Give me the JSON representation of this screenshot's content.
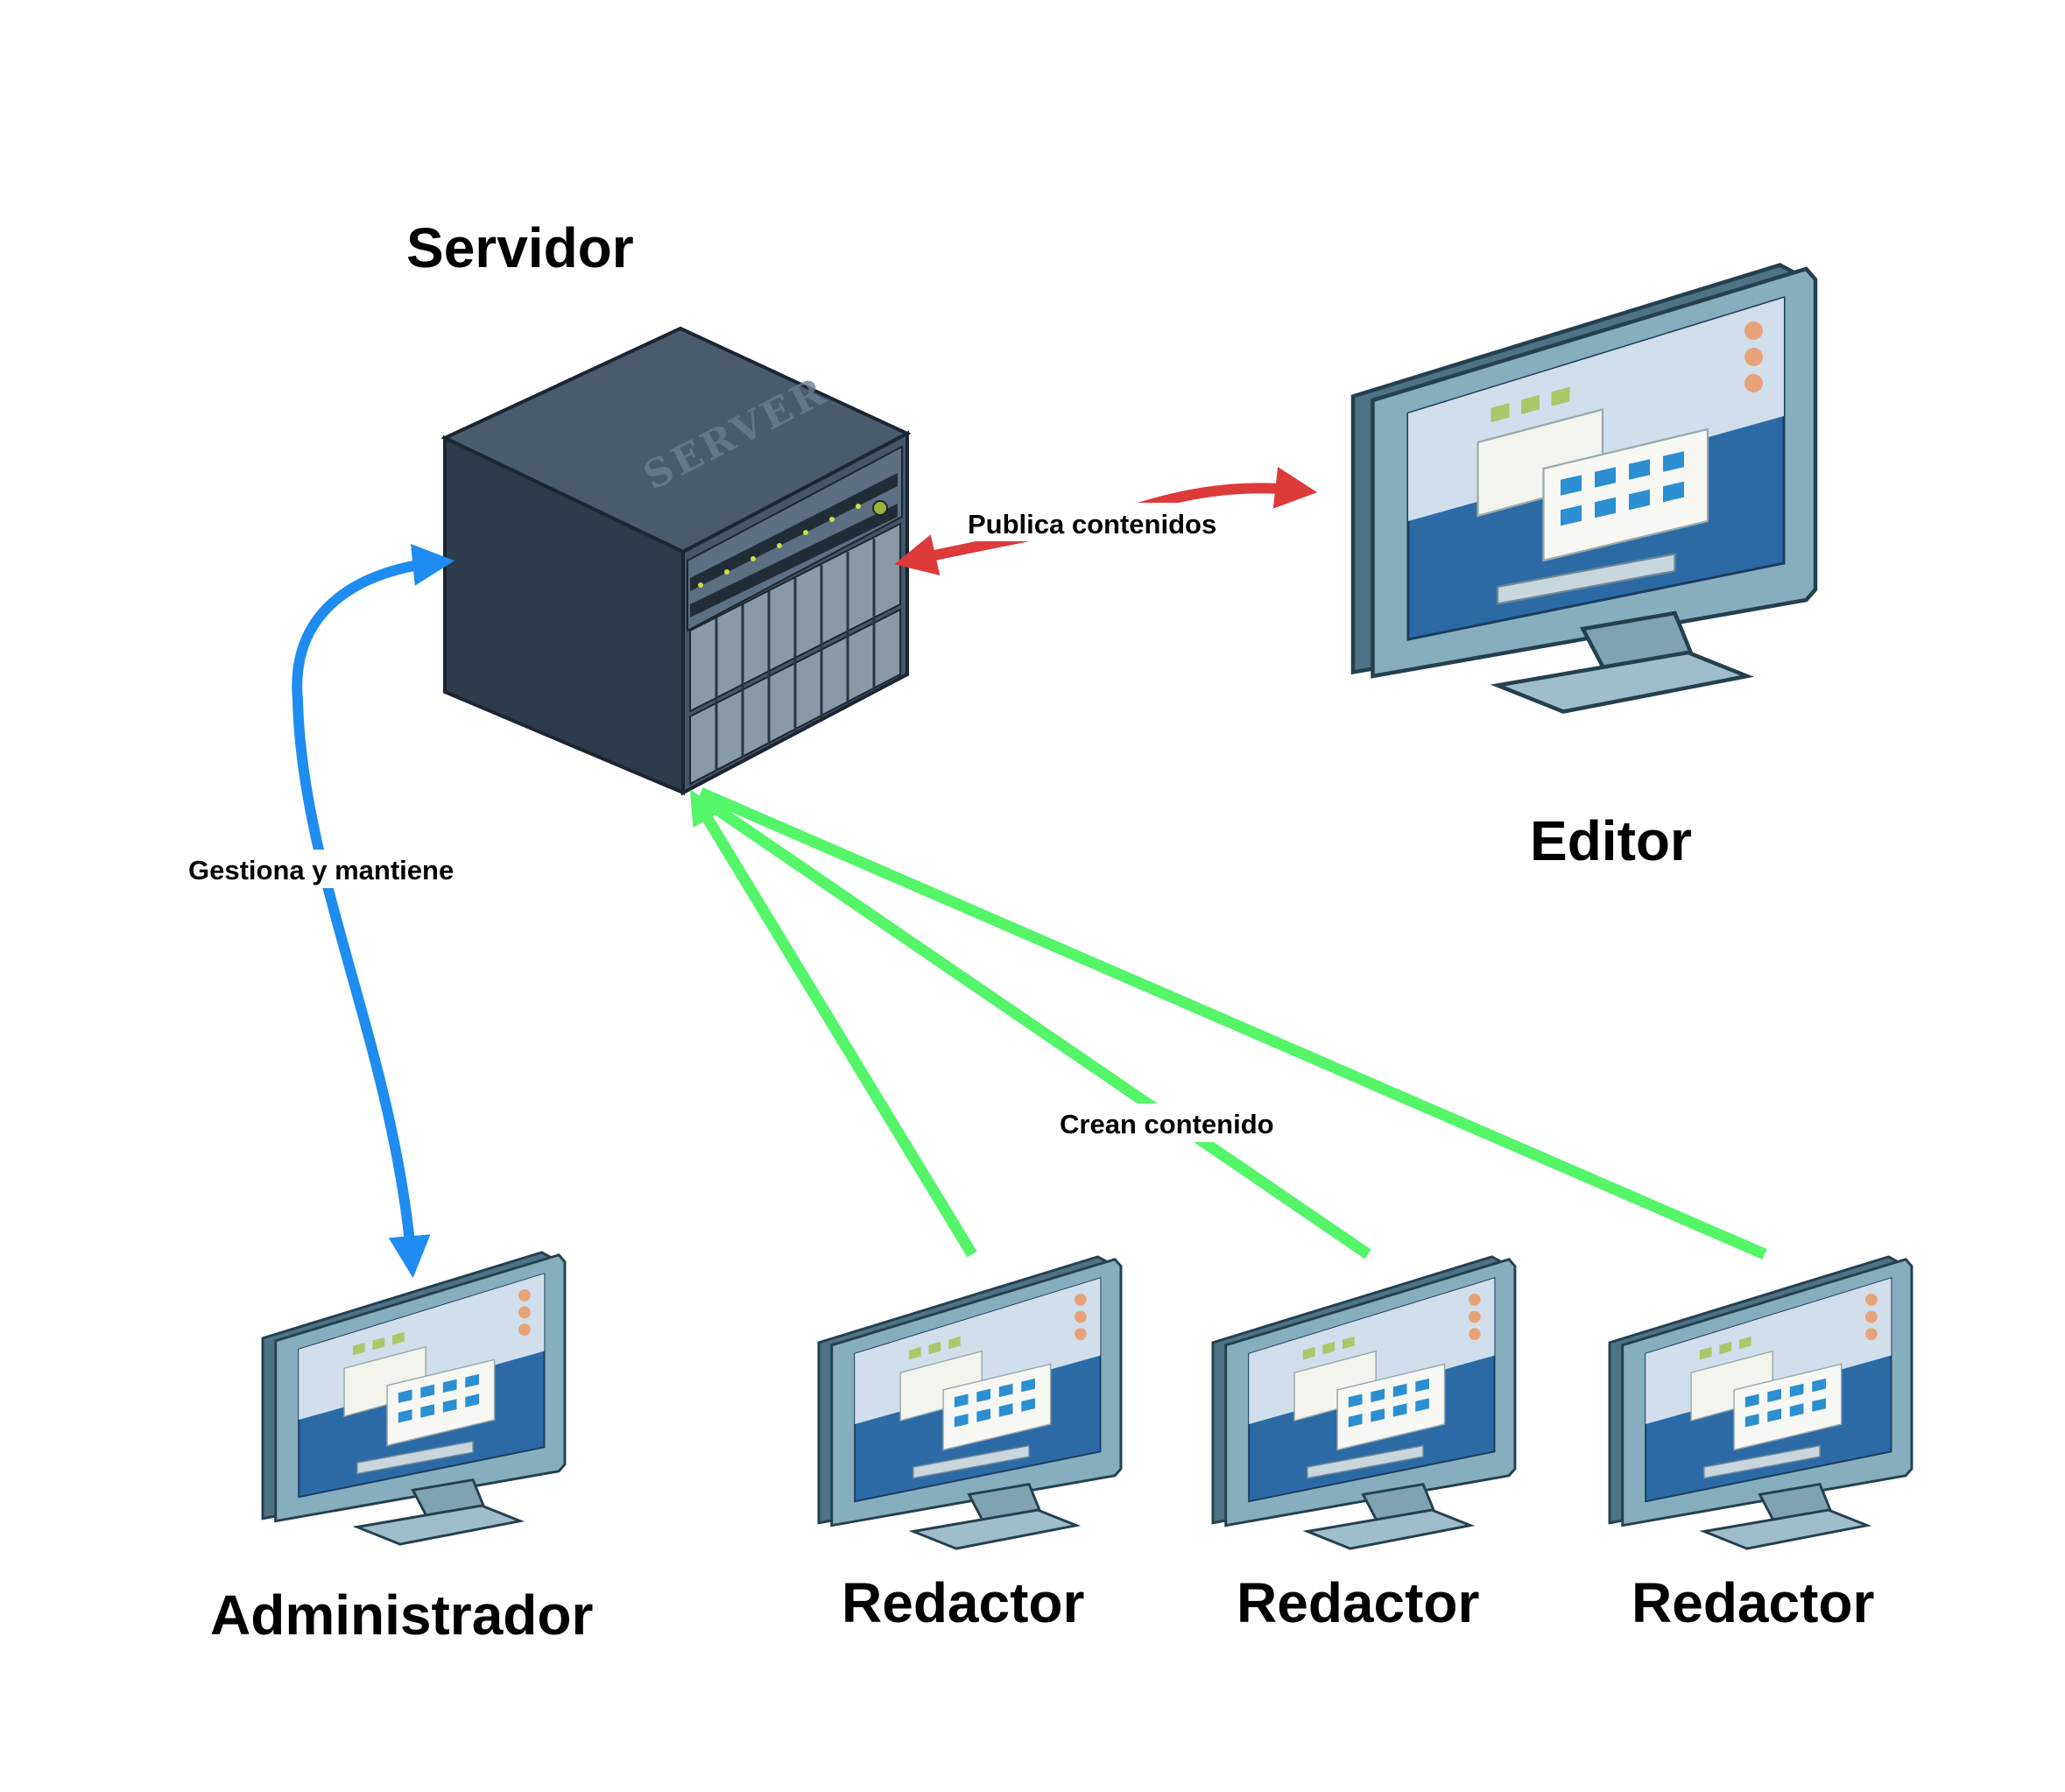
{
  "nodes": {
    "server": {
      "label": "Servidor",
      "badge": "SERVER"
    },
    "editor": {
      "label": "Editor"
    },
    "admin": {
      "label": "Administrador"
    },
    "writer1": {
      "label": "Redactor"
    },
    "writer2": {
      "label": "Redactor"
    },
    "writer3": {
      "label": "Redactor"
    }
  },
  "edges": {
    "publish": {
      "label": "Publica contenidos",
      "color": "#dd3a3a"
    },
    "manage": {
      "label": "Gestiona y mantiene",
      "color": "#1e8cf0"
    },
    "create": {
      "label": "Crean contenido",
      "color": "#55f56a"
    }
  },
  "colors": {
    "monitor_frame": "#7fa4b4",
    "monitor_screen": "#2f6ea8",
    "server_body": "#3d4c5e"
  }
}
